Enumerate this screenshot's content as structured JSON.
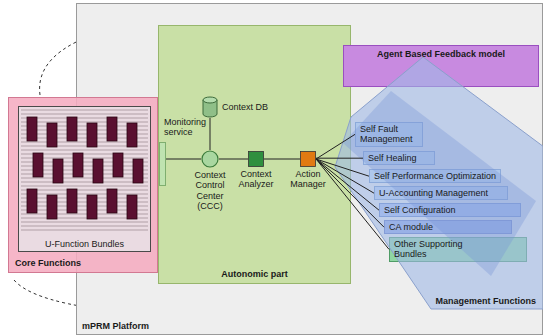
{
  "diagram": {
    "nodes": [
      {
        "text": [
          "mPRM Platform"
        ]
      },
      {
        "text": [
          "Core Functions"
        ]
      },
      {
        "text": [
          "U-Function Bundles"
        ],
        "in": 1
      },
      {
        "text": [
          "Autonomic part"
        ],
        "in": 0
      },
      {
        "text": [
          "Monitoring service"
        ],
        "in": 3
      },
      {
        "text": [
          "Context DB"
        ],
        "in": 3
      },
      {
        "text": [
          "Context Control Center (CCC)"
        ],
        "in": 3
      },
      {
        "text": [
          "Context Analyzer"
        ],
        "in": 3
      },
      {
        "text": [
          "Action Manager"
        ],
        "in": 3
      },
      {
        "text": [
          "Agent Based Feedback model"
        ],
        "in": 0
      },
      {
        "text": [
          "Management Functions"
        ],
        "in": 0
      },
      {
        "text": [
          "Self Fault Management"
        ],
        "in": 10
      },
      {
        "text": [
          "Self Healing"
        ],
        "in": 10
      },
      {
        "text": [
          "Self Performance Optimization"
        ],
        "in": 10
      },
      {
        "text": [
          "U-Accounting Management"
        ],
        "in": 10
      },
      {
        "text": [
          "Self Configuration"
        ],
        "in": 10
      },
      {
        "text": [
          "CA module"
        ],
        "in": 10
      },
      {
        "text": [
          "Other Supporting Bundles"
        ],
        "in": 10
      }
    ],
    "edges": [
      {
        "from": 4,
        "to": 6,
        "arrow": "none"
      },
      {
        "from": 5,
        "to": 6,
        "arrow": "none"
      },
      {
        "from": 6,
        "to": 7,
        "arrow": "none"
      },
      {
        "from": 7,
        "to": 8,
        "arrow": "none"
      },
      {
        "from": 8,
        "to": 11,
        "arrow": "none"
      },
      {
        "from": 8,
        "to": 12,
        "arrow": "none"
      },
      {
        "from": 8,
        "to": 13,
        "arrow": "none"
      },
      {
        "from": 8,
        "to": 14,
        "arrow": "none"
      },
      {
        "from": 8,
        "to": 15,
        "arrow": "none"
      },
      {
        "from": 8,
        "to": 16,
        "arrow": "none"
      },
      {
        "from": 8,
        "to": 17,
        "arrow": "none"
      }
    ]
  }
}
